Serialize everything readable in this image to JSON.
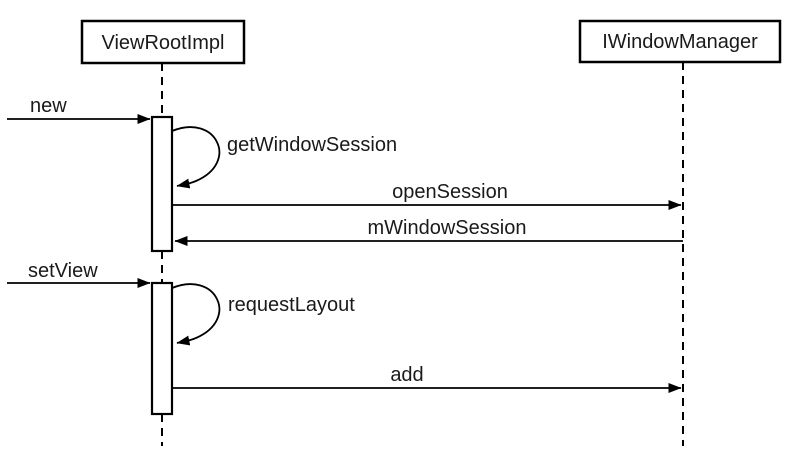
{
  "diagram": {
    "type": "uml-sequence",
    "background": "#ffffff",
    "line_color": "#000000",
    "text_color": "#1a1a1a",
    "actors": [
      {
        "name": "ViewRootImpl"
      },
      {
        "name": "IWindowManager"
      }
    ],
    "messages": [
      {
        "label": "new",
        "from": "external",
        "to": "ViewRootImpl",
        "kind": "call"
      },
      {
        "label": "getWindowSession",
        "from": "ViewRootImpl",
        "to": "ViewRootImpl",
        "kind": "self-call"
      },
      {
        "label": "openSession",
        "from": "ViewRootImpl",
        "to": "IWindowManager",
        "kind": "call"
      },
      {
        "label": "mWindowSession",
        "from": "IWindowManager",
        "to": "ViewRootImpl",
        "kind": "return"
      },
      {
        "label": "setView",
        "from": "external",
        "to": "ViewRootImpl",
        "kind": "call"
      },
      {
        "label": "requestLayout",
        "from": "ViewRootImpl",
        "to": "ViewRootImpl",
        "kind": "self-call"
      },
      {
        "label": "add",
        "from": "ViewRootImpl",
        "to": "IWindowManager",
        "kind": "call"
      }
    ]
  }
}
